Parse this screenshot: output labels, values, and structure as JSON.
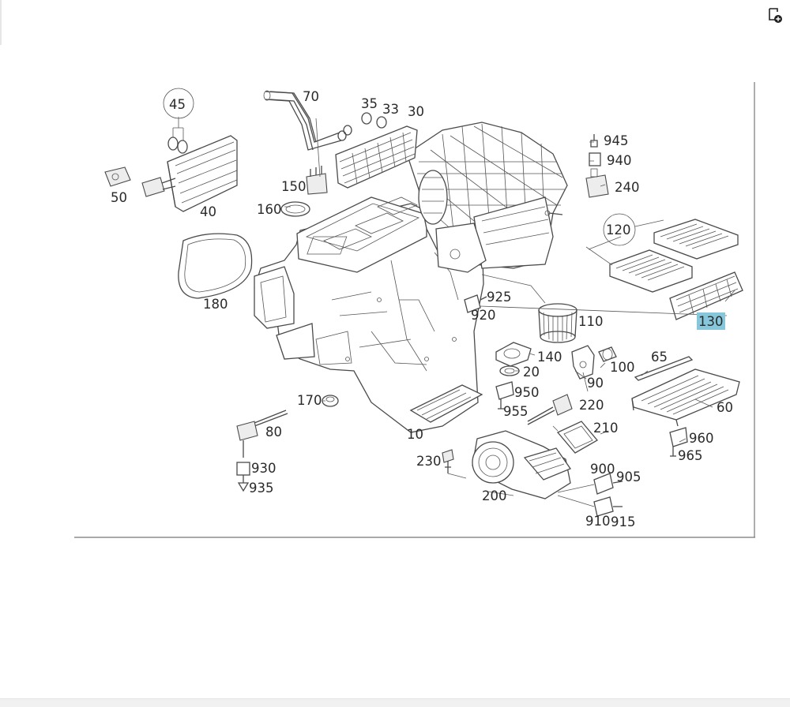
{
  "toolbar": {
    "icon": "add-to-list-icon"
  },
  "highlight_color": "#87c7db",
  "part_labels": {
    "p10": "10",
    "p20": "20",
    "p30": "30",
    "p33": "33",
    "p35": "35",
    "p40": "40",
    "p45": "45",
    "p50": "50",
    "p60": "60",
    "p65": "65",
    "p70": "70",
    "p80": "80",
    "p90": "90",
    "p100": "100",
    "p110": "110",
    "p120": "120",
    "p130": "130",
    "p140": "140",
    "p150": "150",
    "p160": "160",
    "p170": "170",
    "p180": "180",
    "p200": "200",
    "p210": "210",
    "p220": "220",
    "p230": "230",
    "p240": "240",
    "p900": "900",
    "p905": "905",
    "p910": "910",
    "p915": "915",
    "p920": "920",
    "p925": "925",
    "p930": "930",
    "p935": "935",
    "p940": "940",
    "p945": "945",
    "p950": "950",
    "p955": "955",
    "p960": "960",
    "p965": "965"
  },
  "selected_part": "130"
}
